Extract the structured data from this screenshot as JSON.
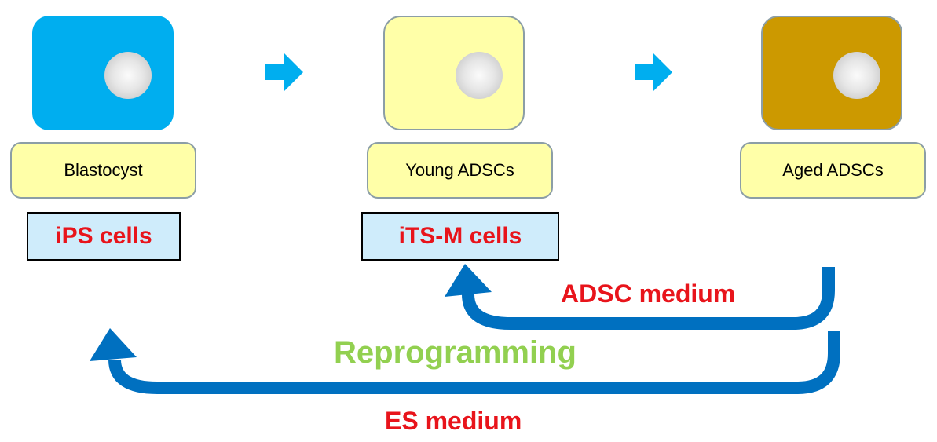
{
  "stages": [
    {
      "label": "Blastocyst",
      "cell_color": "#00aeef",
      "cell_border": "#00aeef",
      "name": "iPS cells"
    },
    {
      "label": "Young ADSCs",
      "cell_color": "#ffffa8",
      "cell_border": "#8c9ea6",
      "name": "iTS-M cells"
    },
    {
      "label": "Aged ADSCs",
      "cell_color": "#cc9900",
      "cell_border": "#8c9ea6"
    }
  ],
  "flows": {
    "adsc_medium": "ADSC medium",
    "reprogramming": "Reprogramming",
    "es_medium": "ES medium"
  },
  "colors": {
    "stage_arrow": "#00aeef",
    "flow_arrow": "#0070c0",
    "red_text": "#e8141b",
    "green_text": "#92d050",
    "label_fill": "#ffffa8",
    "name_fill": "#cfecfb"
  }
}
